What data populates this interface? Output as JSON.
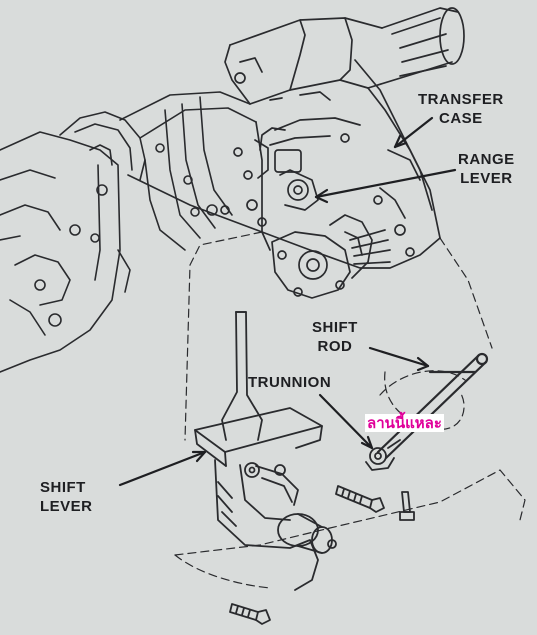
{
  "labels": {
    "transfer_case": [
      "TRANSFER",
      "CASE"
    ],
    "range_lever": [
      "RANGE",
      "LEVER"
    ],
    "shift_rod": [
      "SHIFT",
      "ROD"
    ],
    "trunnion": "TRUNNION",
    "shift_lever": [
      "SHIFT",
      "LEVER"
    ]
  },
  "watermark": "ลานนี้แหละ",
  "colors": {
    "background": "#d9dcdb",
    "ink": "#1e1f22",
    "watermark": "#e0009a"
  }
}
